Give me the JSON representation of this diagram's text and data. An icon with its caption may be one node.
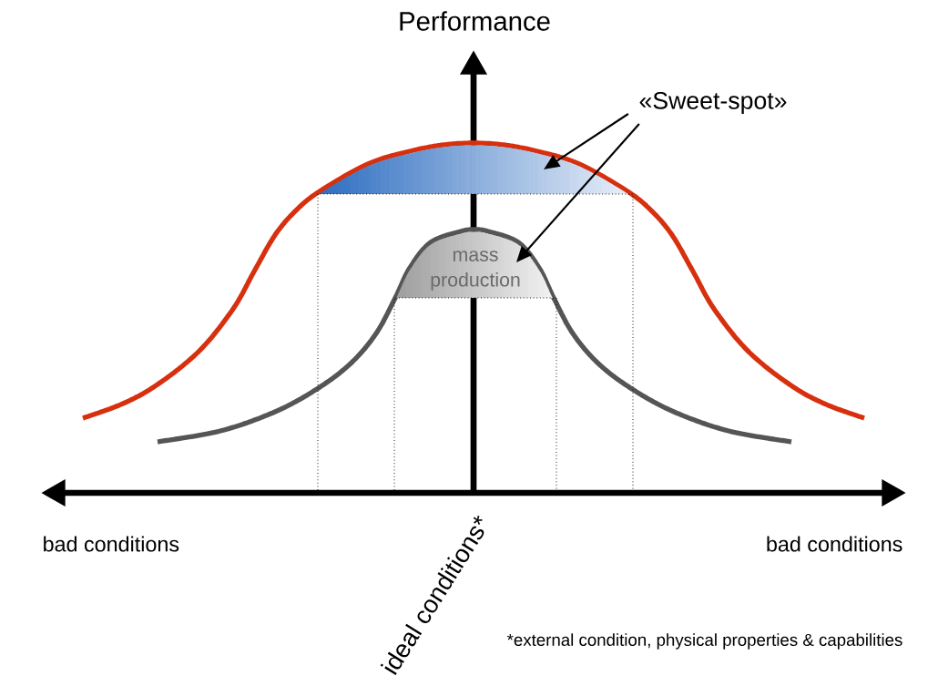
{
  "diagram": {
    "nodes": [
      {
        "text": [
          "«Sweet-spot»"
        ]
      },
      {
        "text": [],
        "shape": "dome"
      },
      {
        "text": [
          "mass production"
        ]
      }
    ],
    "edges": [
      {
        "from": 0,
        "to": 1,
        "arrow": "to"
      },
      {
        "from": 0,
        "to": 2,
        "arrow": "to"
      }
    ],
    "labels": [
      "Performance",
      "bad conditions",
      "bad conditions",
      "ideal conditions*",
      "*external condition, physical properties & capabilities"
    ]
  }
}
